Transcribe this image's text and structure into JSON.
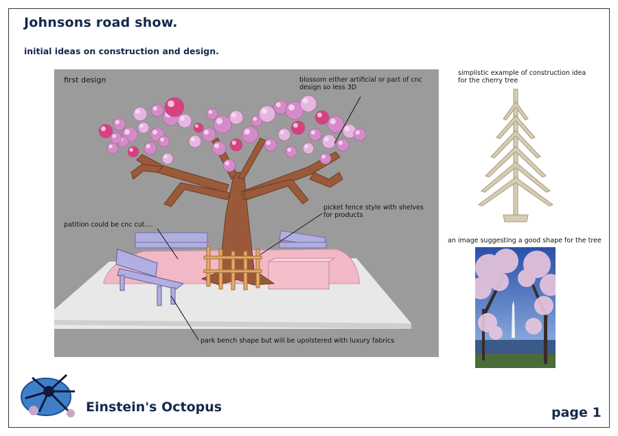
{
  "header": {
    "title": "Johnsons road show.",
    "subtitle": "initial ideas on construction and design."
  },
  "design_panel": {
    "heading": "first design",
    "notes": {
      "blossom": [
        "blossom either artificial or part of cnc",
        "design so less 3D"
      ],
      "partition": "patition could be cnc cut....",
      "fence": [
        "picket fence style with shelves",
        "for products"
      ],
      "bench": "park bench shape but will be upolstered with luxury fabrics"
    },
    "colors": {
      "panel": "#9b9b9b",
      "floor": "#e6e6e6",
      "partition": "#f2b8c6",
      "trunk": "#9a5a3a",
      "bench": "#a9a6d8",
      "blossom": "#d58bc8"
    }
  },
  "side": {
    "wooden_tree_caption": [
      "simplistic example of construction idea",
      "for the cherry tree"
    ],
    "photo_caption": "an image suggesting a good shape for the tree"
  },
  "footer": {
    "brand": "Einstein's Octopus",
    "page_label": "page 1",
    "logo_icon": "octopus-logo-icon"
  }
}
